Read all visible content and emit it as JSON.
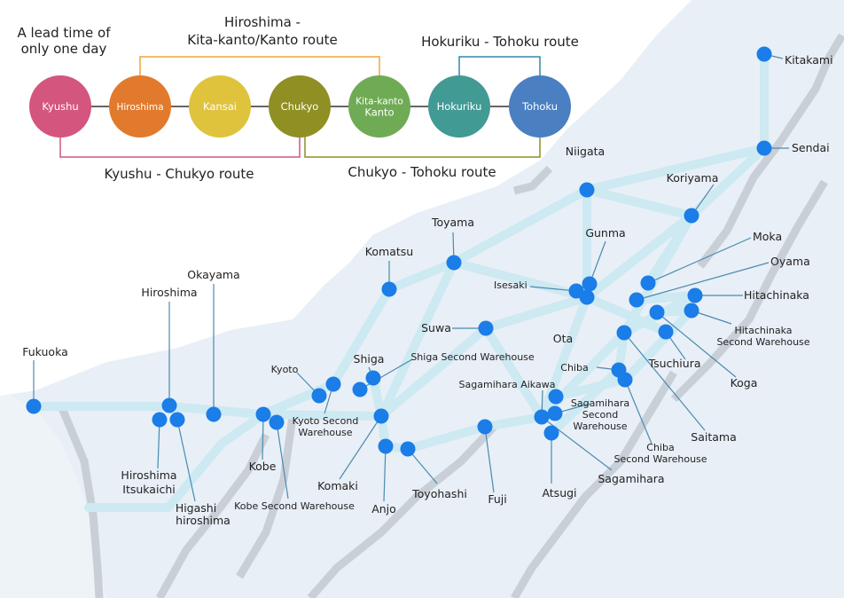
{
  "headline": [
    "A lead time of",
    "only one day"
  ],
  "routes": {
    "hiroshima_kanto": [
      "Hiroshima -",
      "Kita-kanto/Kanto route"
    ],
    "hokuriku_tohoku": "Hokuriku - Tohoku route",
    "kyushu_chukyo": "Kyushu - Chukyo route",
    "chukyo_tohoku": "Chukyo - Tohoku route"
  },
  "hubs": [
    {
      "label": "Kyushu",
      "color": "#d4557e"
    },
    {
      "label": "Hiroshima",
      "color": "#e27a2d"
    },
    {
      "label": "Kansai",
      "color": "#dfc33d"
    },
    {
      "label": "Chukyo",
      "color": "#8f8f24"
    },
    {
      "label": [
        "Kita-kanto",
        "Kanto"
      ],
      "color": "#6fab55"
    },
    {
      "label": "Hokuriku",
      "color": "#419a94"
    },
    {
      "label": "Tohoku",
      "color": "#4a7fc1"
    }
  ],
  "route_colors": {
    "hiroshima_kanto": "#f0a33a",
    "hokuriku_tohoku": "#2e8ba6",
    "kyushu_chukyo": "#d4557e",
    "chukyo_tohoku": "#8f8f24"
  },
  "map_colors": {
    "land": "#e8eff6",
    "road": "#cde9f2",
    "node": "#1a7de8",
    "coast": "#c9cfd6"
  },
  "locations": {
    "kitakami": "Kitakami",
    "sendai": "Sendai",
    "niigata": "Niigata",
    "koriyama": "Koriyama",
    "moka": "Moka",
    "oyama": "Oyama",
    "gunma": "Gunma",
    "isesaki": "Isesaki",
    "ota": "Ota",
    "hitachinaka": "Hitachinaka",
    "hitachinaka2": [
      "Hitachinaka",
      "Second Warehouse"
    ],
    "tsuchiura": "Tsuchiura",
    "koga": "Koga",
    "chiba": "Chiba",
    "saitama": "Saitama",
    "chiba2": [
      "Chiba",
      "Second Warehouse"
    ],
    "sagamihara": "Sagamihara",
    "sagamihara2": [
      "Sagamihara",
      "Second",
      "Warehouse"
    ],
    "sagamihara_aikawa": "Sagamihara Aikawa",
    "atsugi": "Atsugi",
    "fuji": "Fuji",
    "toyohashi": "Toyohashi",
    "anjo": "Anjo",
    "komaki": "Komaki",
    "toyama": "Toyama",
    "komatsu": "Komatsu",
    "suwa": "Suwa",
    "shiga": "Shiga",
    "shiga2": "Shiga Second Warehouse",
    "kyoto": "Kyoto",
    "kyoto2": [
      "Kyoto Second",
      "Warehouse"
    ],
    "kobe": "Kobe",
    "kobe2": "Kobe Second Warehouse",
    "okayama": "Okayama",
    "hiroshima": "Hiroshima",
    "hiroshima_itsukaichi": [
      "Hiroshima",
      "Itsukaichi"
    ],
    "higashi_hiroshima": [
      "Higashi",
      "hiroshima"
    ],
    "fukuoka": "Fukuoka"
  }
}
